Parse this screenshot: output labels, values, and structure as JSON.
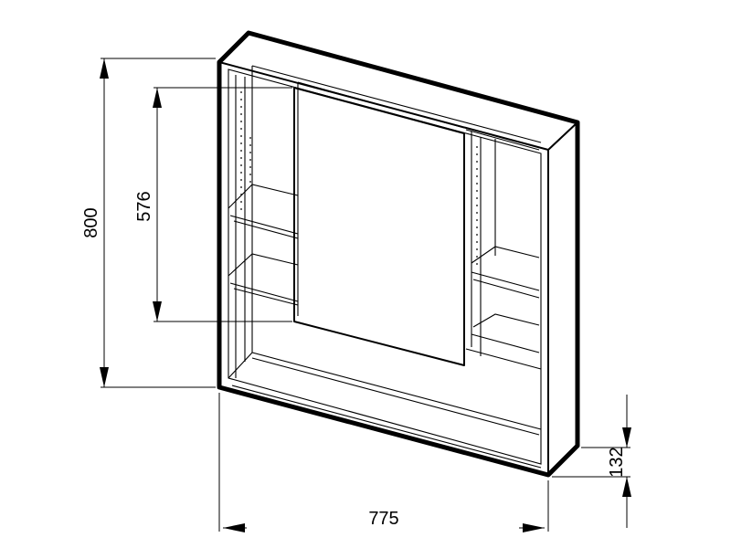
{
  "dimensions": {
    "total_height": "800",
    "mirror_height": "576",
    "width": "775",
    "depth": "132"
  }
}
